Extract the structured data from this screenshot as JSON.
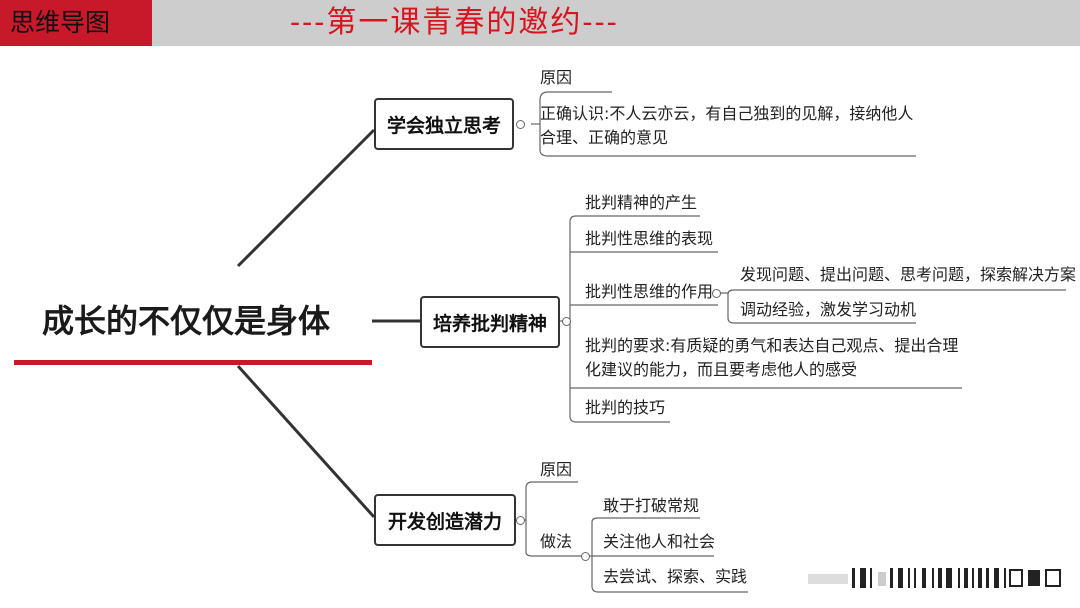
{
  "header": {
    "brand": "思维导图",
    "title": "---第一课青春的邀约---"
  },
  "mindmap": {
    "root": "成长的不仅仅是身体",
    "branches": [
      {
        "label": "学会独立思考",
        "children": [
          {
            "label": "原因"
          },
          {
            "label": "正确认识:不人云亦云，有自己独到的见解，接纳他人合理、正确的意见"
          }
        ]
      },
      {
        "label": "培养批判精神",
        "children": [
          {
            "label": "批判精神的产生"
          },
          {
            "label": "批判性思维的表现"
          },
          {
            "label": "批判性思维的作用",
            "children": [
              {
                "label": "发现问题、提出问题、思考问题，探索解决方案"
              },
              {
                "label": "调动经验，激发学习动机"
              }
            ]
          },
          {
            "label": "批判的要求:有质疑的勇气和表达自己观点、提出合理化建议的能力，而且要考虑他人的感受"
          },
          {
            "label": "批判的技巧"
          }
        ]
      },
      {
        "label": "开发创造潜力",
        "children": [
          {
            "label": "原因"
          },
          {
            "label": "做法",
            "children": [
              {
                "label": "敢于打破常规"
              },
              {
                "label": "关注他人和社会"
              },
              {
                "label": "去尝试、探索、实践"
              }
            ]
          }
        ]
      }
    ]
  },
  "colors": {
    "accent": "#c8192b",
    "title": "#d8141e",
    "header_bg": "#cdcdcd",
    "line": "#333333"
  }
}
